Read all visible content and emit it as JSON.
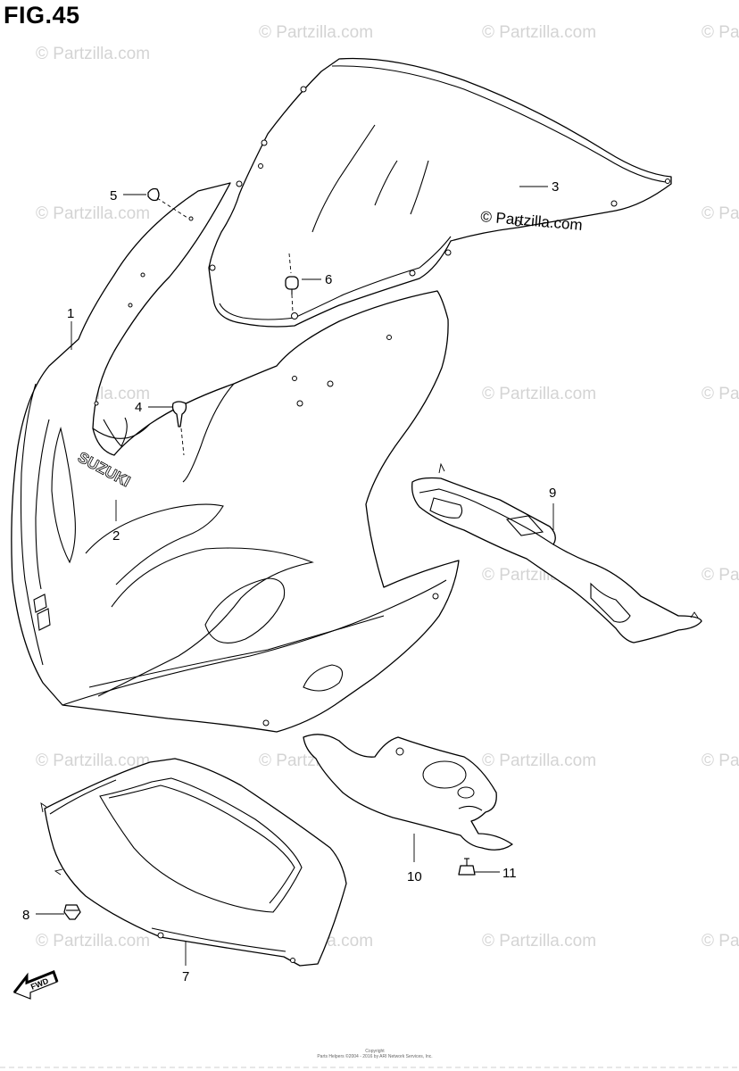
{
  "figure": {
    "title": "FIG.45"
  },
  "watermark": {
    "text": "© Partzilla.com",
    "color": "#d4d4d4"
  },
  "brand_mark": {
    "text": "© Partzilla.com"
  },
  "logo": {
    "text": "SUZUKI"
  },
  "fwd_arrow": {
    "text": "FWD"
  },
  "callouts": [
    "1",
    "2",
    "3",
    "4",
    "5",
    "6",
    "7",
    "8",
    "9",
    "10",
    "11"
  ],
  "copyright": {
    "line1": "Copyright",
    "line2": "Parts Helpers ©2004 - 2016 by ARI Network Services, Inc."
  }
}
